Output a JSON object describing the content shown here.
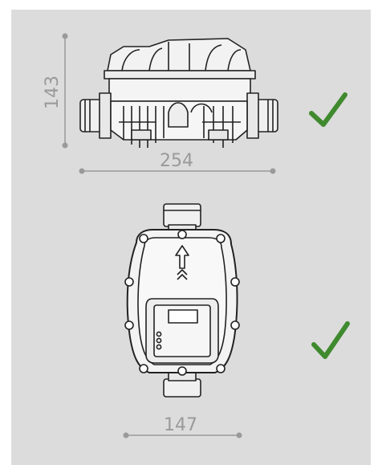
{
  "views": {
    "side": {
      "height_label": "143",
      "width_label": "254",
      "status_icon": "check-icon"
    },
    "front": {
      "width_label": "147",
      "status_icon": "check-icon"
    }
  },
  "colors": {
    "background": "#dcdcdc",
    "dimension_line": "#9a9a9a",
    "check": "#3f8a2e",
    "drawing_stroke": "#222222"
  }
}
